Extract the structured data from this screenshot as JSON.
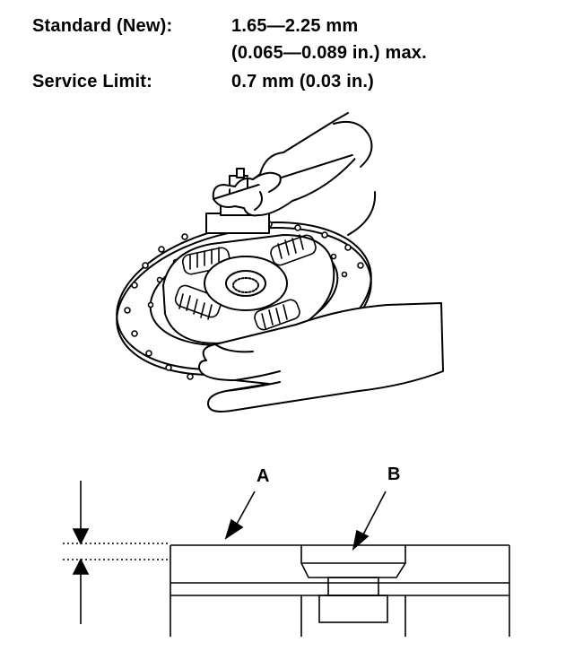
{
  "specs": {
    "standard_label": "Standard (New):",
    "standard_value": "1.65—2.25 mm",
    "standard_value_2": "(0.065—0.089 in.) max.",
    "service_label": "Service Limit:",
    "service_value": "0.7 mm (0.03 in.)"
  },
  "callouts": {
    "a": "A",
    "b": "B"
  },
  "illustration": {
    "subject": "clutch-disc-rivet-depth-measurement"
  }
}
